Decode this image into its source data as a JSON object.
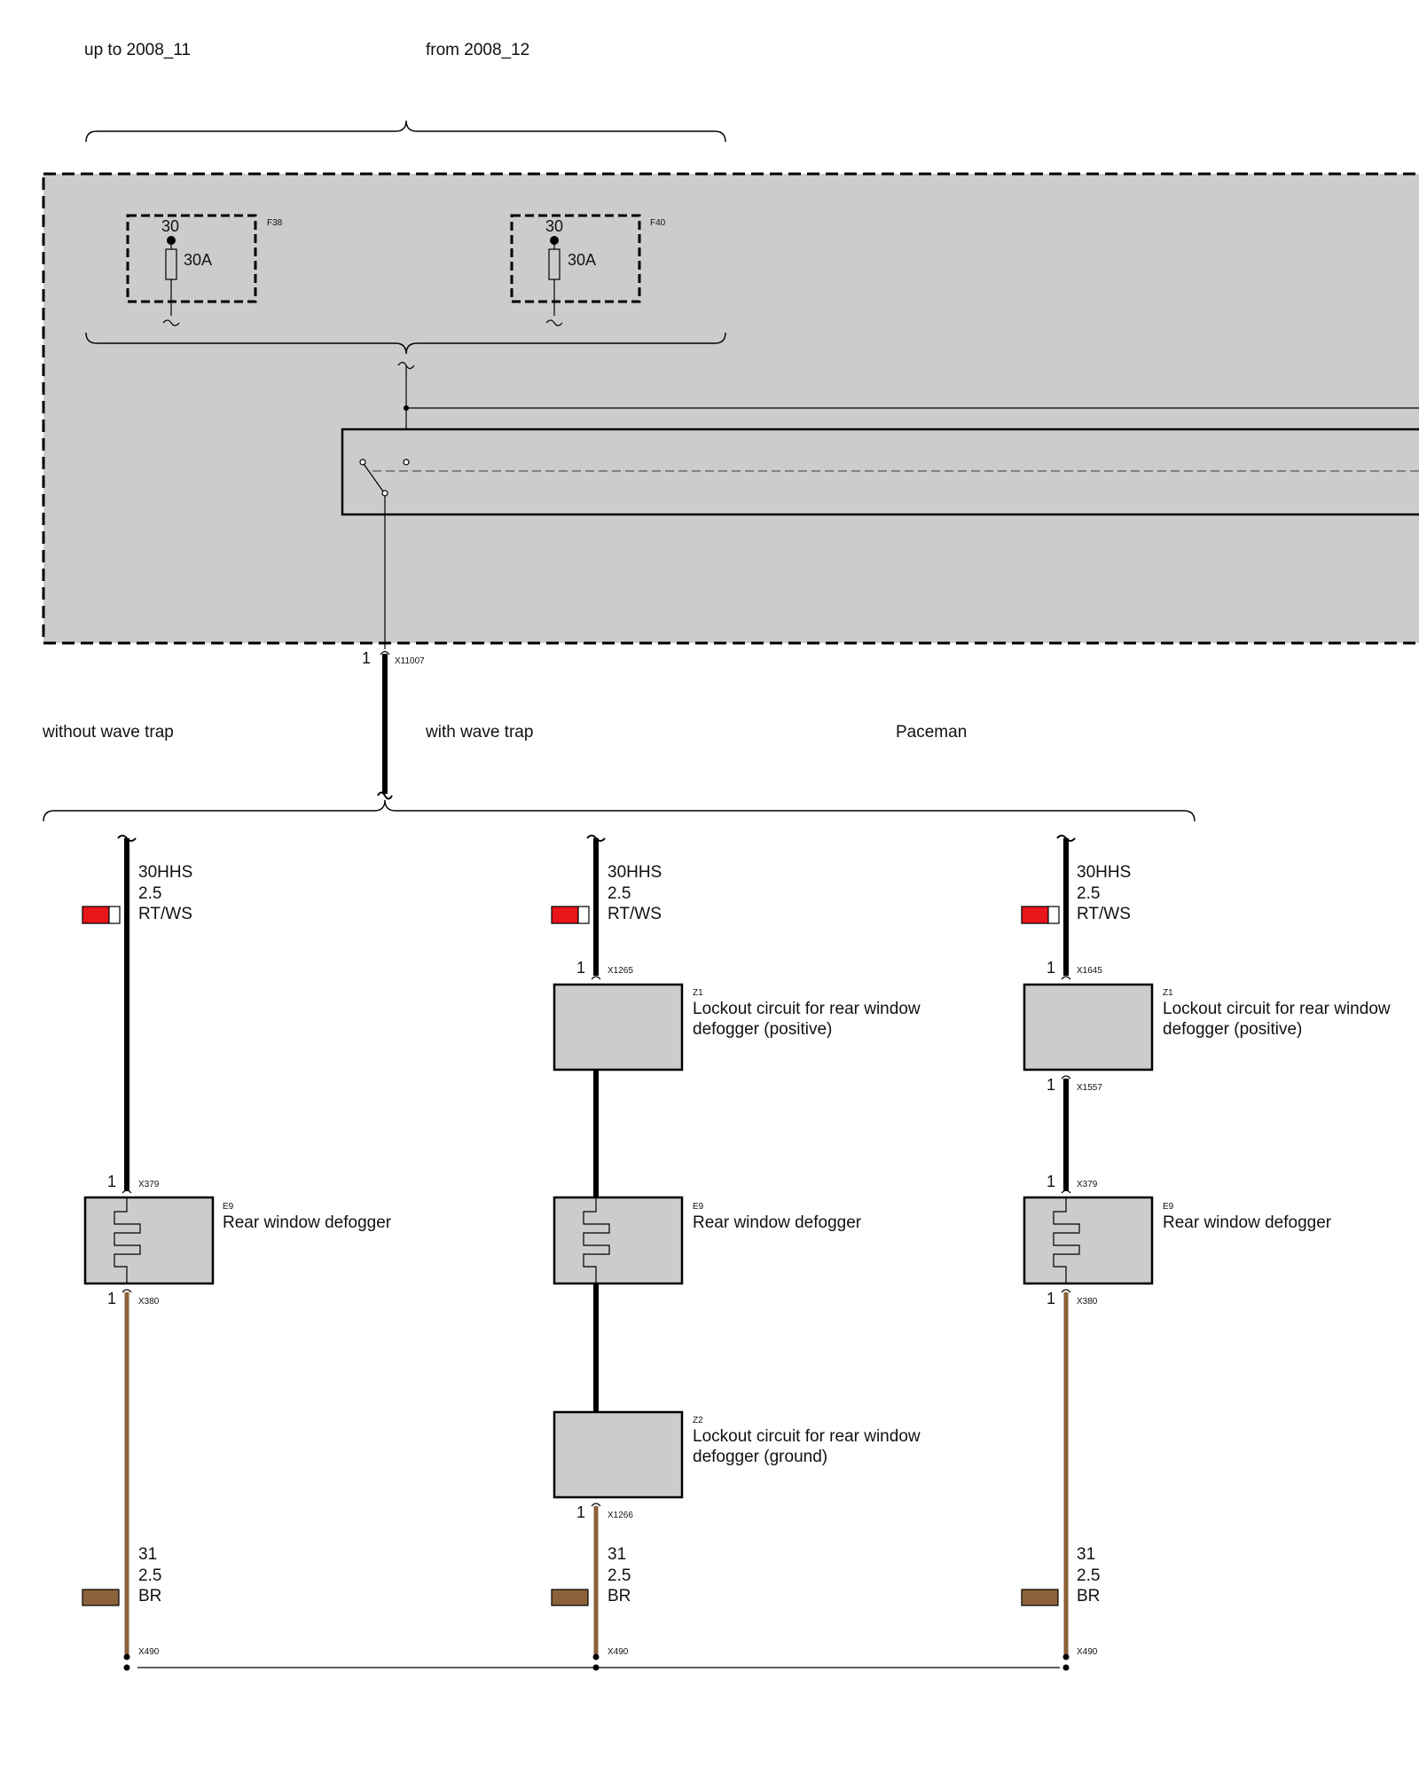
{
  "variants": {
    "upto": "up to 2008_11",
    "from": "from 2008_12"
  },
  "fuses": [
    {
      "id": "F38",
      "pin": "30",
      "rating": "30A"
    },
    {
      "id": "F40",
      "pin": "30",
      "rating": "30A"
    }
  ],
  "output_connector": {
    "pin": "1",
    "id": "X11007"
  },
  "options": {
    "a": "without wave trap",
    "b": "with wave trap",
    "c": "Paceman"
  },
  "columns": [
    {
      "supply_wire": [
        "30HHS",
        "2.5",
        "RT/WS"
      ],
      "defogger": {
        "id": "E9",
        "name": "Rear window defogger",
        "in_pin": "1",
        "in_conn": "X379",
        "out_pin": "1",
        "out_conn": "X380"
      },
      "ground_wire": [
        "31",
        "2.5",
        "BR"
      ],
      "ground_conn": "X490"
    },
    {
      "supply_wire": [
        "30HHS",
        "2.5",
        "RT/WS"
      ],
      "lockout_pos": {
        "id": "Z1",
        "line1": "Lockout circuit for rear window",
        "line2": "defogger (positive)",
        "in_pin": "1",
        "in_conn": "X1265"
      },
      "defogger": {
        "id": "E9",
        "name": "Rear window defogger"
      },
      "lockout_gnd": {
        "id": "Z2",
        "line1": "Lockout circuit for rear window",
        "line2": "defogger (ground)",
        "out_pin": "1",
        "out_conn": "X1266"
      },
      "ground_wire": [
        "31",
        "2.5",
        "BR"
      ],
      "ground_conn": "X490"
    },
    {
      "supply_wire": [
        "30HHS",
        "2.5",
        "RT/WS"
      ],
      "lockout_pos": {
        "id": "Z1",
        "line1": "Lockout circuit for rear window",
        "line2": "defogger (positive)",
        "in_pin": "1",
        "in_conn": "X1645",
        "out_pin": "1",
        "out_conn": "X1557"
      },
      "defogger": {
        "id": "E9",
        "name": "Rear window defogger",
        "in_pin": "1",
        "in_conn": "X379",
        "out_pin": "1",
        "out_conn": "X380"
      },
      "ground_wire": [
        "31",
        "2.5",
        "BR"
      ],
      "ground_conn": "X490"
    }
  ],
  "colors": {
    "module_fill": "#cccccc",
    "supply_wire": "#000000",
    "ground_wire": "#8b6239",
    "swatch_red": "#e8151b",
    "swatch_brown": "#8b6239"
  }
}
